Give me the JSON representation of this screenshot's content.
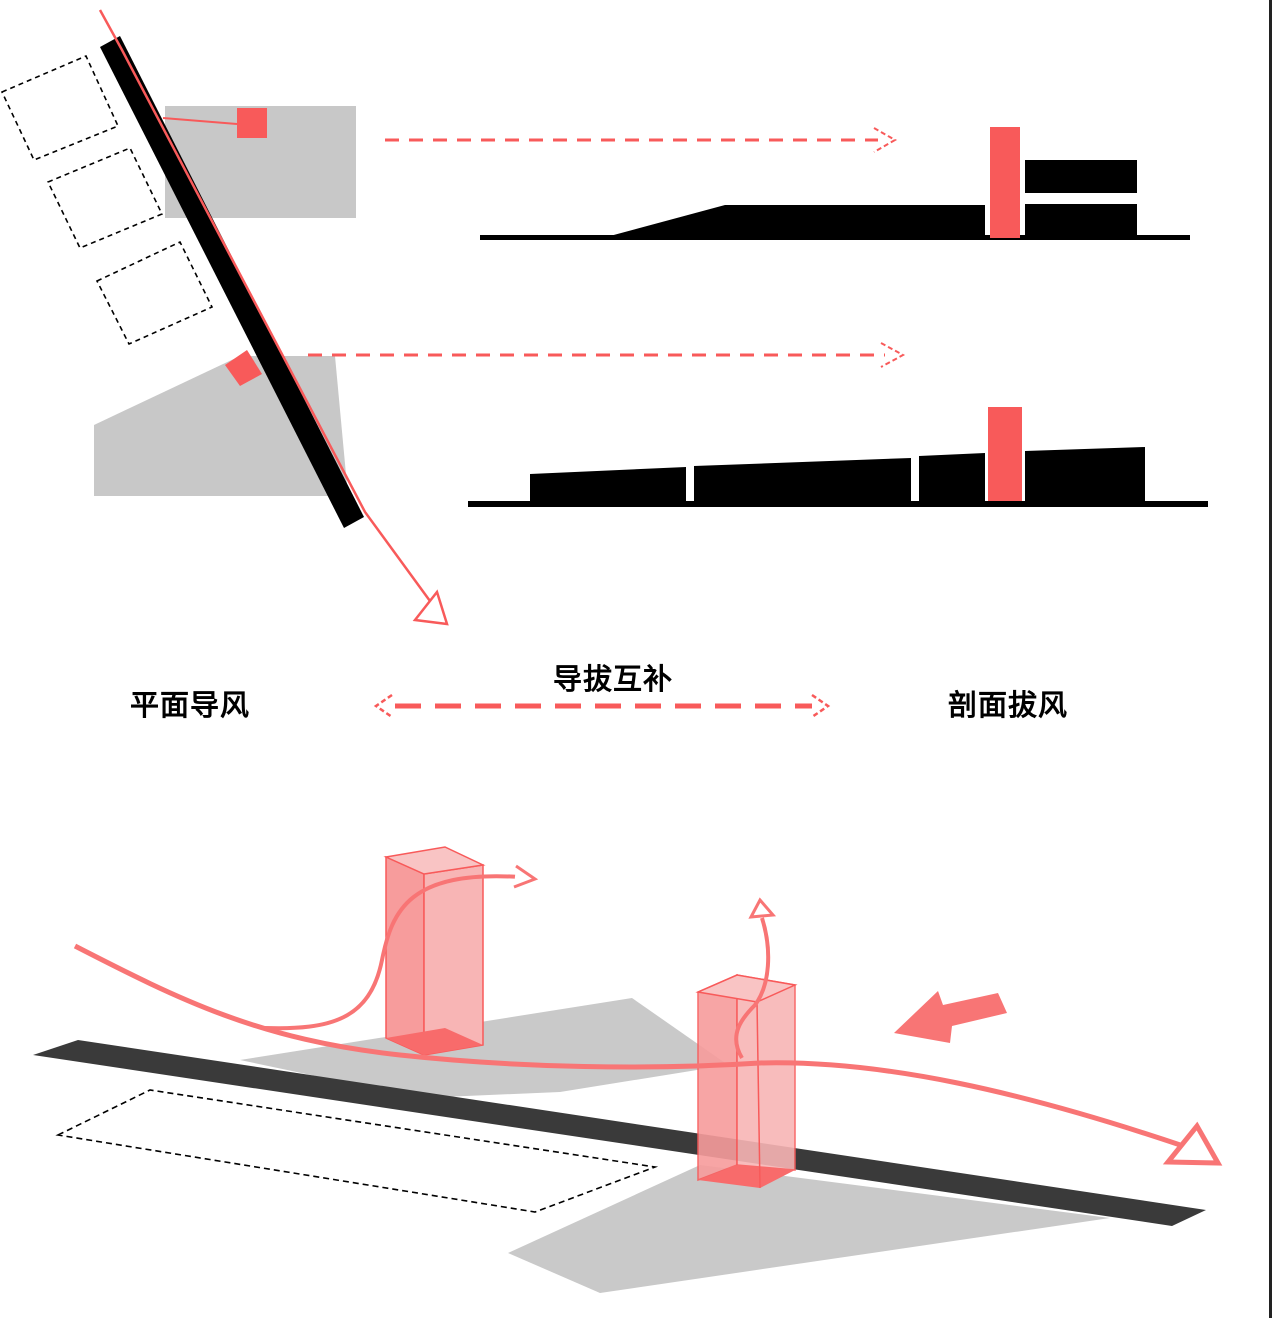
{
  "labels": {
    "plan": "平面导风",
    "complement": "导拔互补",
    "section": "剖面拔风"
  },
  "colors": {
    "accent": "#f85a5a",
    "accent_light": "#f9a6a6",
    "building": "#000000",
    "shadow": "#c8c8c8",
    "road": "#3a3a3a"
  }
}
